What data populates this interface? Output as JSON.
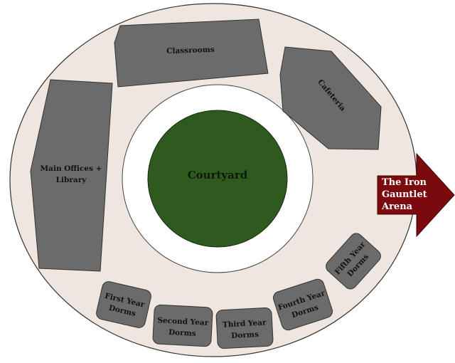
{
  "map": {
    "courtyard": {
      "label": "Courtyard",
      "color": "#2f5a1e"
    },
    "ring_color": "#efe6df",
    "building_color": "#6b6b6b",
    "buildings": {
      "classrooms": {
        "label": "Classrooms"
      },
      "cafeteria": {
        "label": "Cafeteria"
      },
      "main_offices": {
        "line1": "Main Offices +",
        "line2": "Library"
      },
      "first_year": {
        "line1": "First Year",
        "line2": "Dorms"
      },
      "second_year": {
        "line1": "Second Year",
        "line2": "Dorms"
      },
      "third_year": {
        "line1": "Third Year",
        "line2": "Dorms"
      },
      "fourth_year": {
        "line1": "Fourth Year",
        "line2": "Dorms"
      },
      "fifth_year": {
        "line1": "Fifth Year",
        "line2": "Dorms"
      }
    },
    "arena": {
      "line1": "The Iron",
      "line2": "Gauntlet",
      "line3": "Arena",
      "color": "#7a0a0e"
    }
  }
}
